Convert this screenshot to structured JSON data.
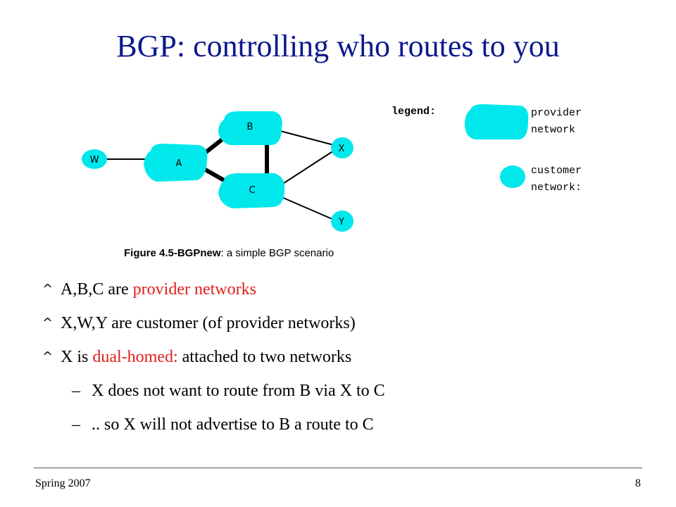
{
  "slide": {
    "title": "BGP: controlling who routes to you",
    "footer_left": "Spring 2007",
    "page_number": "8"
  },
  "figure": {
    "nodes": {
      "W": "W",
      "A": "A",
      "B": "B",
      "C": "C",
      "X": "X",
      "Y": "Y"
    },
    "caption_bold": "Figure 4.5-BGPnew",
    "caption_rest": ": a simple BGP scenario",
    "colors": {
      "network_fill": "#00e8ec",
      "link": "#000000"
    }
  },
  "legend": {
    "title": "legend:",
    "provider_line1": "provider",
    "provider_line2": "network",
    "customer_line1": "customer",
    "customer_line2": "network:"
  },
  "bullets": {
    "b1_text": "A,B,C are ",
    "b1_red": "provider networks",
    "b2_text": "X,W,Y are customer (of provider networks)",
    "b3_text": "X is ",
    "b3_red": "dual-homed:",
    "b3_rest": " attached to two networks",
    "sub1": "X does not want to route from B via X to C",
    "sub2": ".. so X will not advertise to B a route to C"
  },
  "colors": {
    "title": "#0b1a8c",
    "highlight": "#e0201c"
  }
}
